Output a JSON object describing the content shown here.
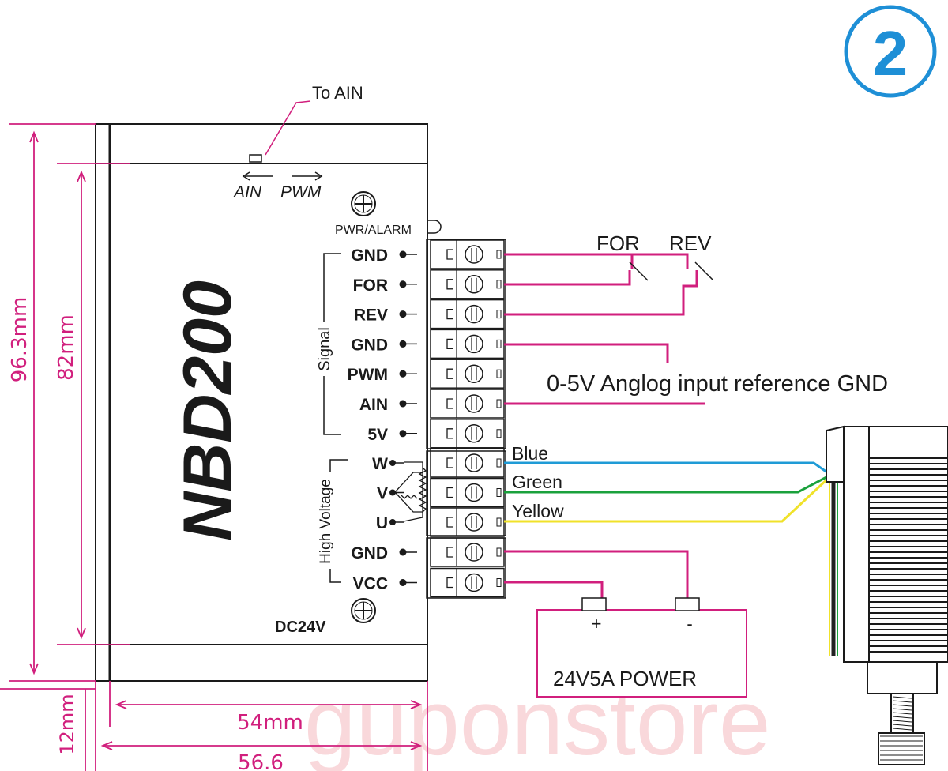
{
  "badge": "2",
  "model": "NBD200",
  "switch_label": "To AIN",
  "switch_left": "AIN",
  "switch_right": "PWM",
  "pwr_alarm": "PWR/ALARM",
  "supply_label": "DC24V",
  "group_signal": "Signal",
  "group_high_voltage": "High Voltage",
  "signal_pins": [
    "GND",
    "FOR",
    "REV",
    "GND",
    "PWM",
    "AIN",
    "5V"
  ],
  "motor_pins": [
    "W",
    "V",
    "U"
  ],
  "power_pins": [
    "GND",
    "VCC"
  ],
  "switches": [
    "FOR",
    "REV"
  ],
  "analog_note": "0-5V Anglog input reference GND",
  "wires": [
    "Blue",
    "Green",
    "Yellow"
  ],
  "power_box": {
    "label": "24V5A  POWER",
    "plus": "+",
    "minus": "-"
  },
  "dimensions": {
    "height_total": "96.3mm",
    "height_inner": "82mm",
    "width_inner": "54mm",
    "width_total": "56.6",
    "depth": "12mm"
  },
  "watermark": "guponstore",
  "colors": {
    "dimension": "#d11f7d",
    "blue_wire": "#1f9bd6",
    "green_wire": "#1aa13c",
    "yellow_wire": "#f0e22a",
    "badge": "#1e8fd6"
  }
}
